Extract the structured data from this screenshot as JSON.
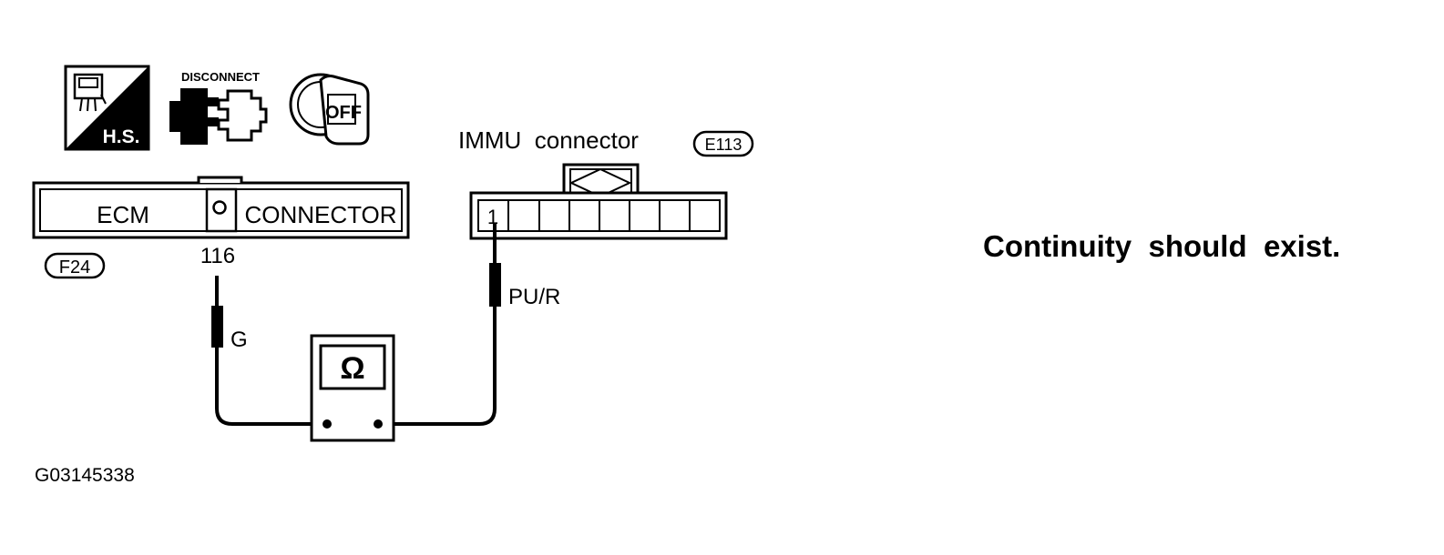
{
  "icons": {
    "hs_label": "H.S.",
    "disconnect_label": "DISCONNECT",
    "off_label": "OFF"
  },
  "ecm": {
    "left_label": "ECM",
    "right_label": "CONNECTOR",
    "connector_code": "F24",
    "terminal": "116",
    "wire_color": "G"
  },
  "immu": {
    "title": "IMMU  connector",
    "connector_code": "E113",
    "terminal": "1",
    "wire_color": "PU/R"
  },
  "meter": {
    "symbol": "Ω"
  },
  "result_text": "Continuity  should  exist.",
  "figure_id": "G03145338"
}
